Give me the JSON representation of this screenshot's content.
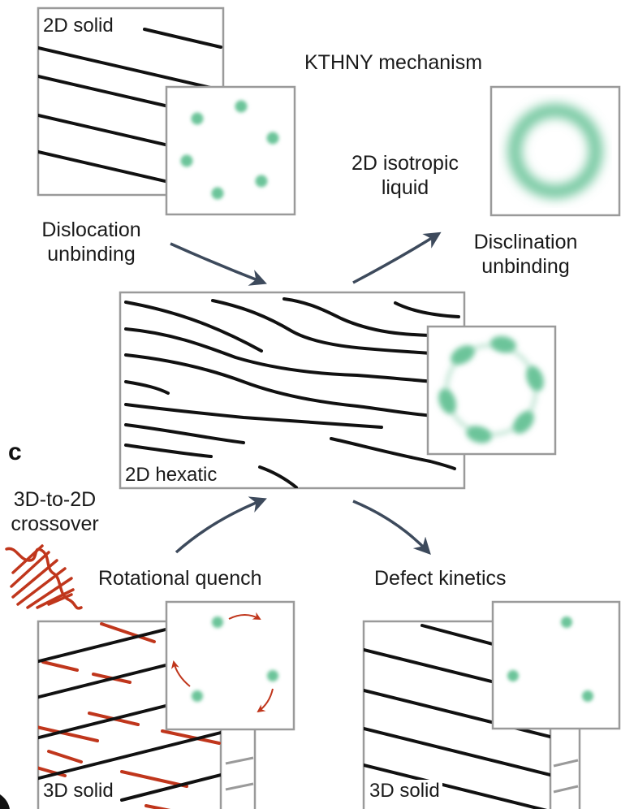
{
  "title": "KTHNY mechanism",
  "labels": {
    "solid_2d": "2D solid",
    "isotropic_liquid": "2D isotropic\nliquid",
    "dislocation_unbinding": "Dislocation\nunbinding",
    "disclination_unbinding": "Disclination\nunbinding",
    "hexatic_2d": "2D hexatic",
    "panel_letter": "c",
    "crossover": "3D-to-2D\ncrossover",
    "rotational_quench": "Rotational quench",
    "defect_kinetics": "Defect kinetics",
    "solid_3d_left": "3D solid",
    "solid_3d_right": "3D solid"
  },
  "colors": {
    "line": "#111111",
    "frame": "#9a9a9a",
    "arrow": "#3d4a5c",
    "peak": "#6cc49a",
    "red": "#c0361c"
  }
}
